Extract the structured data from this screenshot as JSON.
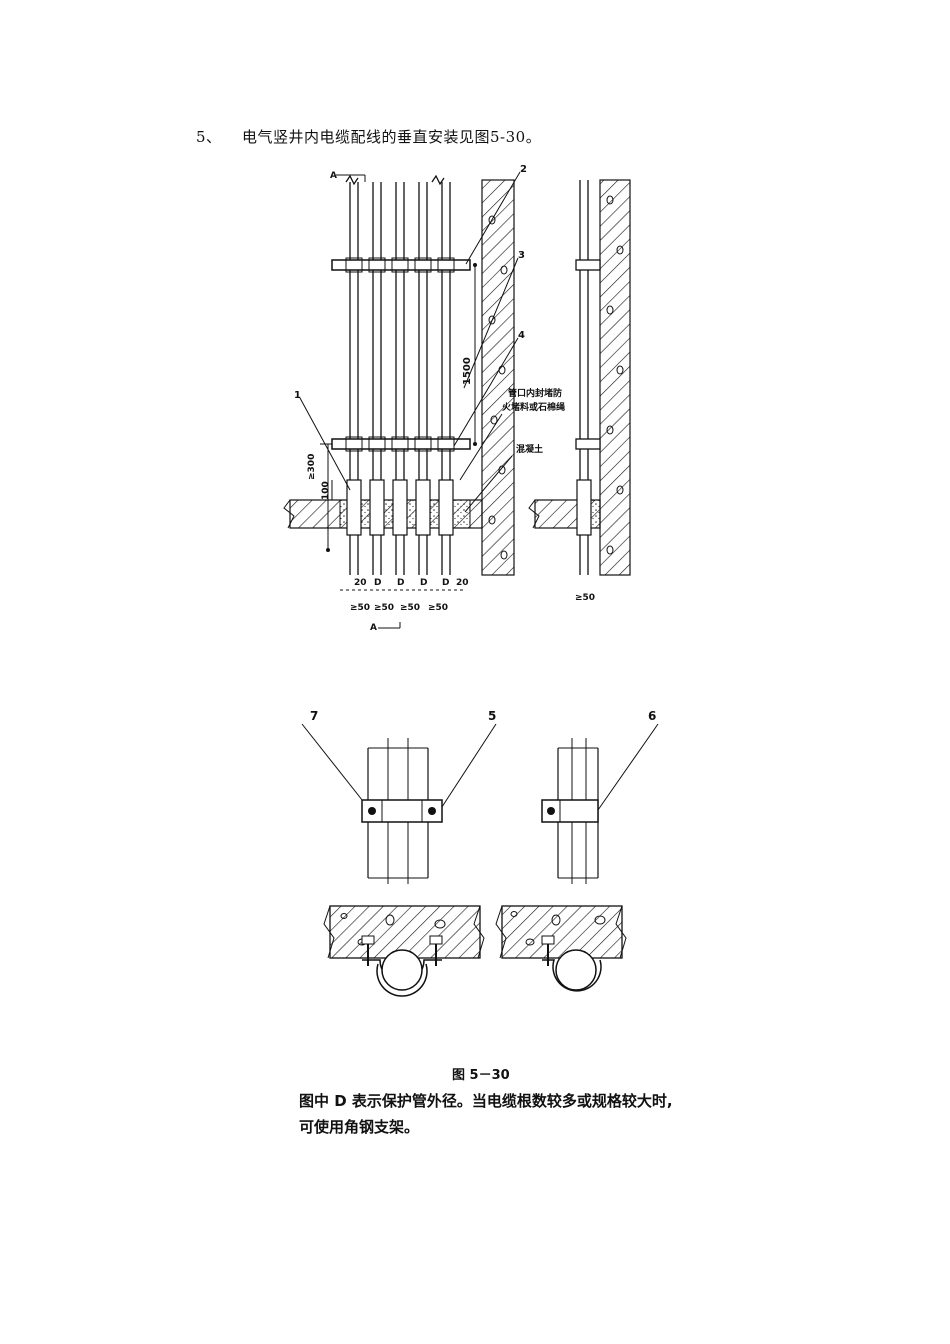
{
  "heading": {
    "number": "5、",
    "text": "电气竖井内电缆配线的垂直安装见图5-30。"
  },
  "top_figure": {
    "section_mark_top": "A",
    "section_mark_bottom": "A",
    "callouts": [
      "1",
      "2",
      "3",
      "4"
    ],
    "dim_spacing": "1500",
    "dim_min_height": "≥300",
    "dim_sleeve": "100",
    "note_fireproof_line1": "管口内封堵防",
    "note_fireproof_line2": "火堵料或石棉绳",
    "note_concrete": "混凝土",
    "bottom_dims_top": [
      "20",
      "D",
      "D",
      "D",
      "D",
      "20"
    ],
    "bottom_dims_bottom": [
      "≥50",
      "≥50",
      "≥50",
      "≥50"
    ],
    "side_dim": "≥50"
  },
  "bottom_figure": {
    "callouts": [
      "7",
      "5",
      "6"
    ]
  },
  "caption": "图 5－30",
  "note": "图中 D 表示保护管外径。当电缆根数较多或规格较大时,可使用角钢支架。"
}
